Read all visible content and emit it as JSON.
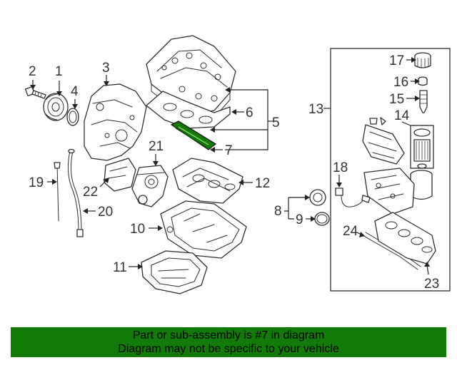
{
  "diagram": {
    "highlighted_part": "7",
    "highlight_color": "#127a07",
    "callouts": {
      "c1": "1",
      "c2": "2",
      "c3": "3",
      "c4": "4",
      "c5": "5",
      "c6": "6",
      "c7": "7",
      "c8": "8",
      "c9": "9",
      "c10": "10",
      "c11": "11",
      "c12": "12",
      "c13": "13",
      "c14": "14",
      "c15": "15",
      "c16": "16",
      "c17": "17",
      "c18": "18",
      "c19": "19",
      "c20": "20",
      "c21": "21",
      "c22": "22",
      "c23": "23",
      "c24": "24"
    }
  },
  "footer": {
    "line1": "Part or sub-assembly is #7 in diagram",
    "line2": "Diagram may not be specific to your vehicle",
    "background": "#127a07"
  }
}
